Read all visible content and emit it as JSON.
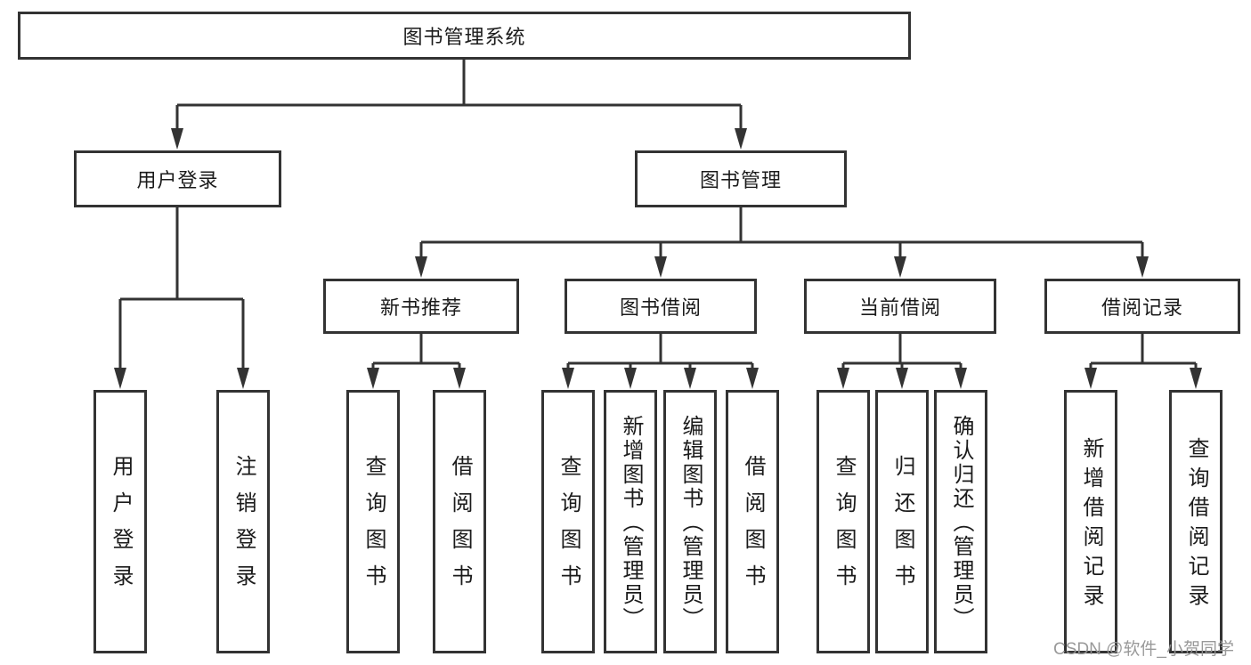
{
  "diagram_type": "functional-structure-tree",
  "tree": {
    "root": "图书管理系统",
    "branches": [
      {
        "label": "用户登录",
        "children": [
          "用户登录",
          "注销登录"
        ]
      },
      {
        "label": "图书管理",
        "groups": [
          {
            "label": "新书推荐",
            "children": [
              "查询图书",
              "借阅图书"
            ]
          },
          {
            "label": "图书借阅",
            "children": [
              "查询图书",
              "新增图书（管理员）",
              "编辑图书（管理员）",
              "借阅图书"
            ]
          },
          {
            "label": "当前借阅",
            "children": [
              "查询图书",
              "归还图书",
              "确认归还（管理员）"
            ]
          },
          {
            "label": "借阅记录",
            "children": [
              "新增借阅记录",
              "查询借阅记录"
            ]
          }
        ]
      }
    ]
  },
  "colors": {
    "line": "#333333",
    "box_border": "#333333",
    "text": "#1b1b1b",
    "watermark": "#949494",
    "background": "#ffffff"
  },
  "watermark": {
    "text": "CSDN @软件_小贺同学"
  }
}
